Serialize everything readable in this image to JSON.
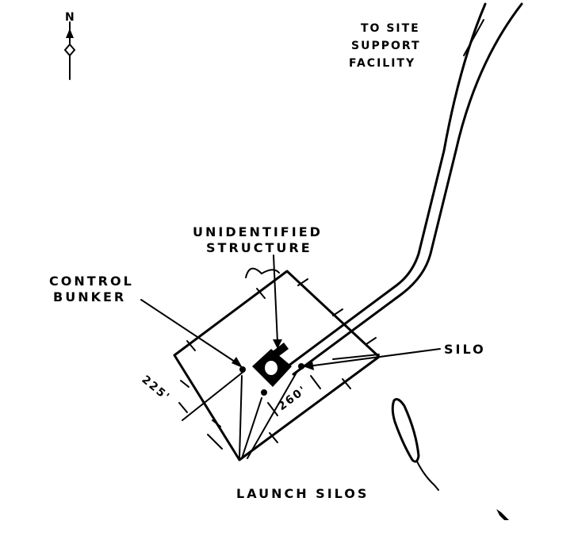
{
  "north_arrow": {
    "letter": "N"
  },
  "labels": {
    "site_support": [
      "TO SITE",
      "SUPPORT",
      "FACILITY"
    ],
    "unidentified_structure": [
      "UNIDENTIFIED",
      "STRUCTURE"
    ],
    "control_bunker": [
      "CONTROL",
      "BUNKER"
    ],
    "silo": "SILO",
    "launch_silos": "LAUNCH SILOS"
  },
  "dimensions": {
    "width": "225'",
    "spacing": "260'"
  }
}
